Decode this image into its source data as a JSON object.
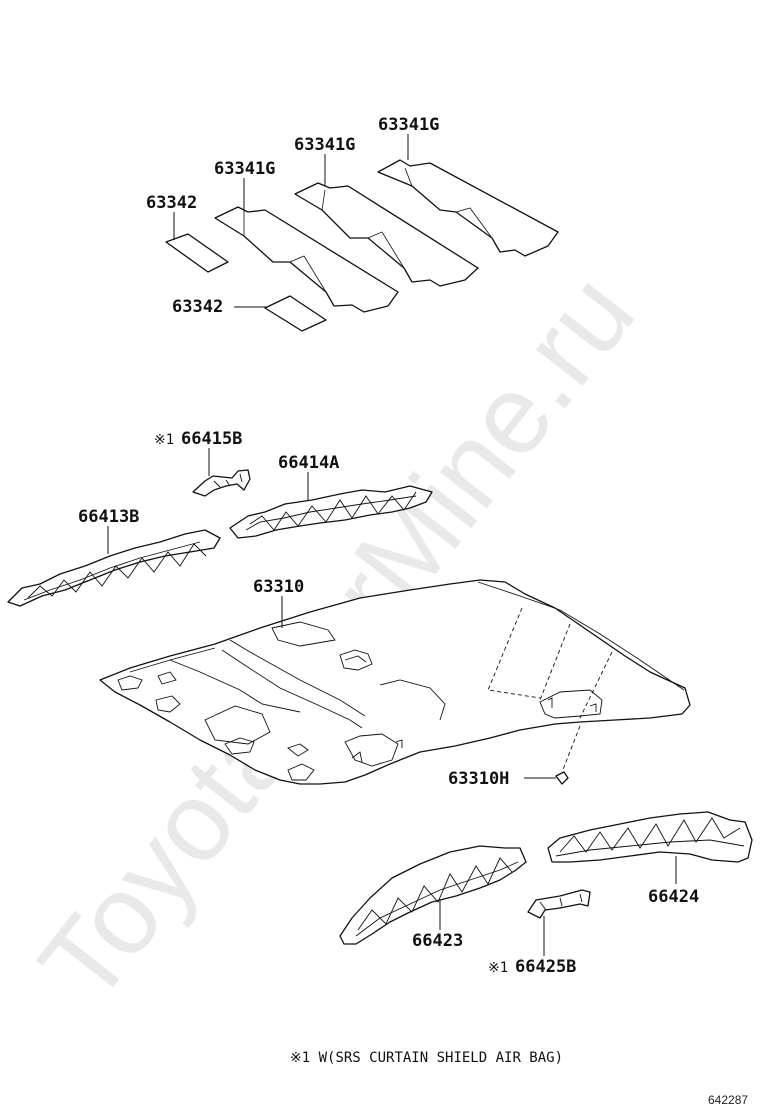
{
  "watermark": "ToyotaCarMine.ru",
  "labels": {
    "pad_rear": "63341G",
    "pad_mid": "63341G",
    "pad_front": "63341G",
    "pad_small_upper": "63342",
    "pad_small_lower": "63342",
    "rail_front_bracket": "66415B",
    "rail_center": "66414A",
    "rail_left": "66413B",
    "headliner": "63310",
    "headliner_clip": "63310H",
    "rail_right_front": "66423",
    "rail_right_rear": "66424",
    "rail_rear_bracket": "66425B"
  },
  "marks": {
    "rail_front_bracket": "※1",
    "rail_rear_bracket": "※1"
  },
  "footnote": "※1 W(SRS CURTAIN SHIELD AIR BAG)",
  "figure_code": "642287"
}
